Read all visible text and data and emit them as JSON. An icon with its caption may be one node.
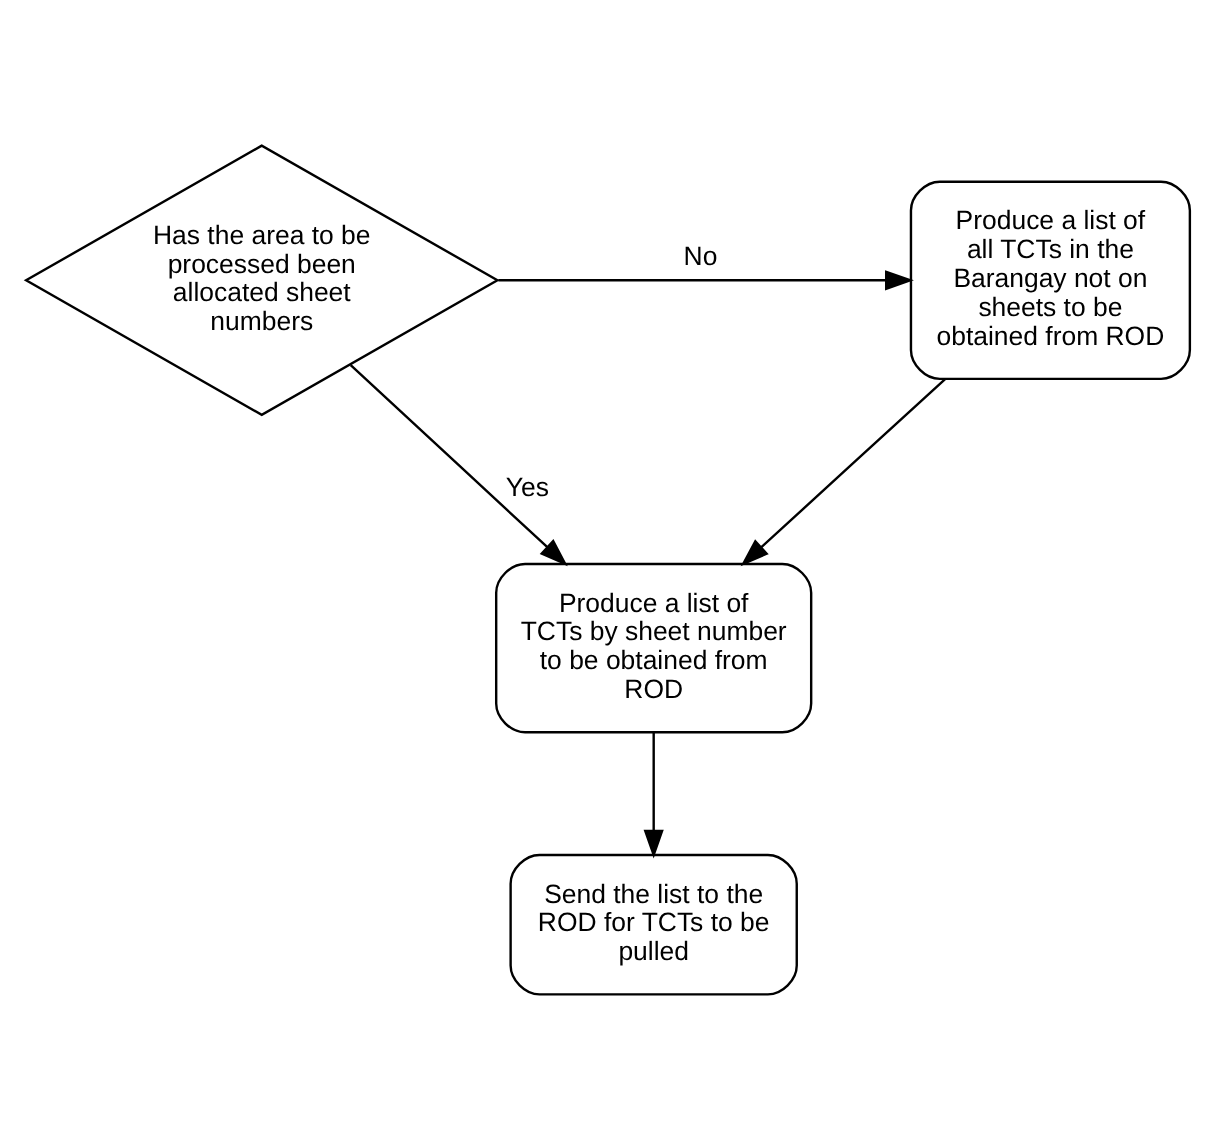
{
  "diagram": {
    "nodes": [
      {
        "text": [
          "Has the area to be processed been allocated sheet numbers"
        ]
      },
      {
        "text": [
          "Produce a list of all TCTs in the Barangay not on sheets to be obtained from ROD"
        ]
      },
      {
        "text": [
          "Produce a list of TCTs by sheet number to be obtained from ROD"
        ]
      },
      {
        "text": [
          "Send the list to the ROD for TCTs to be pulled"
        ]
      }
    ],
    "edges": [
      {
        "from": 0,
        "to": 1,
        "arrow": "to",
        "label": "No"
      },
      {
        "from": 0,
        "to": 2,
        "arrow": "to",
        "label": "Yes"
      },
      {
        "from": 1,
        "to": 2,
        "arrow": "to"
      },
      {
        "from": 2,
        "to": 3,
        "arrow": "to"
      }
    ]
  }
}
